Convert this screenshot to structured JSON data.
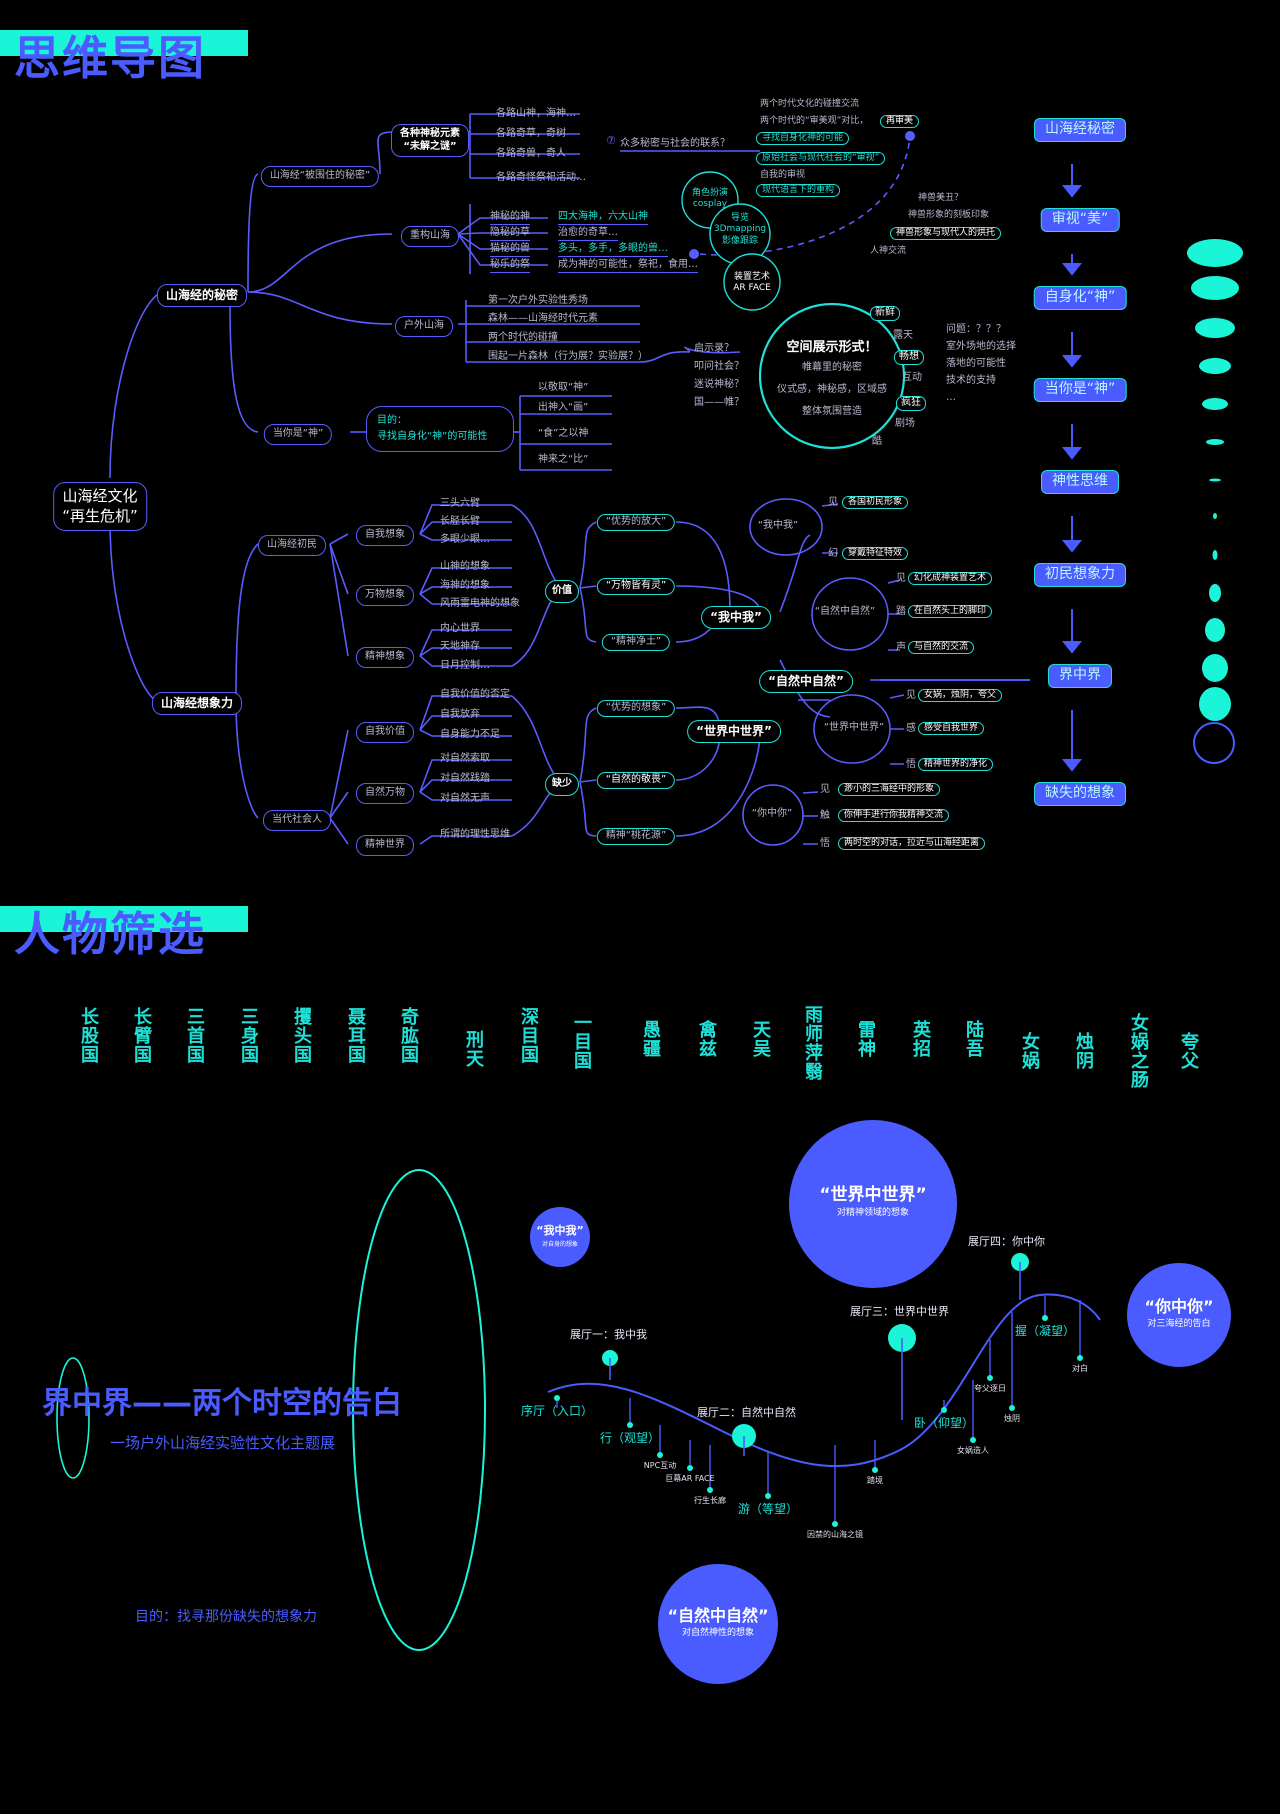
{
  "sections": {
    "mindmap_title": "思维导图",
    "characters_title": "人物筛选"
  },
  "root": "山海经文化\n“再生危机”",
  "upper": {
    "branch": "山海经的秘密",
    "subs": [
      {
        "label": "山海经“被围住的秘密”"
      },
      {
        "label": "重构山海"
      },
      {
        "label": "户外山海"
      },
      {
        "label": "当你是“神”"
      }
    ],
    "elements_box": "各种神秘元素\n“未解之谜”",
    "elements_items": [
      "各路山神，海神…",
      "各路奇草，奇树",
      "各路奇兽，奇人",
      "各路奇怪祭祀活动…"
    ],
    "question": "众多秘密与社会的联系？",
    "rebuild_items": [
      "神秘的神",
      "隐秘的草",
      "猫秘的兽",
      "秘乐的祭"
    ],
    "rebuild_results": [
      "四大海神，六大山神",
      "治愈的奇草…",
      "多头，多手，多眼的兽…",
      "成为神的可能性，祭祀，食用…"
    ],
    "outdoor_items": [
      "第一次户外实验性秀场",
      "森林——山海经时代元素",
      "两个时代的碰撞",
      "围起一片森林（行为展？实验展？）"
    ],
    "outdoor_q": [
      "启示录？",
      "叩问社会？",
      "迷说神秘？",
      "国——帷？"
    ],
    "goal_label": "目的：",
    "goal_text": "寻找自身化“神”的可能性",
    "god_items": [
      "以敬取“神”",
      "出神入“画”",
      "“食”之以神",
      "神来之“比”"
    ],
    "era_notes": [
      "两个时代文化的碰撞交流",
      "两个时代的“审美观”对比，",
      "原始社会与现代社会的“审视”",
      "自我的审视",
      "现代语言下的重构"
    ],
    "era_pills": [
      "再审美",
      "寻找自身化神的可能",
      "原始社会与现代社会的“审视”",
      "现代语言下的重构"
    ],
    "bubbles": [
      "角色扮演\ncosplay",
      "导览\n3Dmapping\n影像跟踪",
      "装置艺术\nAR FACE"
    ],
    "right_notes": [
      "神兽美丑？",
      "神兽形象的刻板印象",
      "神兽形象与现代人的烘托",
      "人神交流"
    ],
    "space_title": "空间展示形式！",
    "space_lines": [
      "帷幕里的秘密",
      "仪式感，神秘感，区域感",
      "整体氛围营造"
    ],
    "space_tags": [
      "新鲜",
      "露天",
      "畅想",
      "互动",
      "疯狂",
      "剧场",
      "酷"
    ],
    "problems": [
      "问题：？？？",
      "室外场地的选择",
      "落地的可能性",
      "技术的支持",
      "…"
    ]
  },
  "lower": {
    "branch": "山海经想象力",
    "subs": [
      {
        "label": "山海经初民"
      },
      {
        "label": "当代社会人"
      }
    ],
    "groups": [
      {
        "label": "自我想象",
        "items": [
          "三头六臂",
          "长胫长臂",
          "多眼少眼…"
        ]
      },
      {
        "label": "万物想象",
        "items": [
          "山神的想象",
          "海神的想象",
          "风雨雷电神的想象"
        ]
      },
      {
        "label": "精神想象",
        "items": [
          "内心世界",
          "天地神存",
          "日月控制…"
        ]
      },
      {
        "label": "自我价值",
        "items": [
          "自我价值的否定",
          "自我放弃",
          "自身能力不足"
        ]
      },
      {
        "label": "自然万物",
        "items": [
          "对自然索取",
          "对自然践踏",
          "对自然无声"
        ]
      },
      {
        "label": "精神世界",
        "items": [
          "所谓的理性思维"
        ]
      }
    ],
    "value_label": "价值",
    "lack_label": "缺少",
    "value_items": [
      "“优势的放大”",
      "“万物皆有灵”",
      "“精神净土”"
    ],
    "lack_items": [
      "“优势的想象”",
      "“自然的敬畏”",
      "精神“桃花源”"
    ],
    "themes": [
      "“我中我”",
      "“自然中自然”",
      "“世界中世界”"
    ],
    "me_circle": "“我中我”",
    "me_rows": [
      {
        "k": "见",
        "v": "各国初民形象"
      },
      {
        "k": "幻",
        "v": "穿戴特征特效"
      }
    ],
    "nat_circle": "“自然中自然”",
    "nat_rows": [
      {
        "k": "见",
        "v": "幻化成神装置艺术"
      },
      {
        "k": "踏",
        "v": "在自然头上的脚印"
      },
      {
        "k": "声",
        "v": "与自然的交流"
      }
    ],
    "world_circle": "“世界中世界”",
    "world_rows": [
      {
        "k": "见",
        "v": "女娲，烛阴，夸父"
      },
      {
        "k": "感",
        "v": "感受自我世界"
      },
      {
        "k": "悟",
        "v": "精神世界的净化"
      }
    ],
    "you_circle": "“你中你”",
    "you_rows": [
      {
        "k": "见",
        "v": "渺小的三海经中的形象"
      },
      {
        "k": "触",
        "v": "你伸手进行你我精神交流"
      },
      {
        "k": "悟",
        "v": "两时空的对话，拉近与山海经距离"
      }
    ]
  },
  "flow": [
    "山海经秘密",
    "审视“美”",
    "自身化“神”",
    "当你是“神”",
    "神性思维",
    "初民想象力",
    "界中界",
    "缺失的想象"
  ],
  "characters": [
    "长股国",
    "长臂国",
    "三首国",
    "三身国",
    "攫头国",
    "聂耳国",
    "奇肱国",
    "刑天",
    "深目国",
    "一目国",
    "愚疆",
    "禽兹",
    "天吴",
    "雨师萍翳",
    "雷神",
    "英招",
    "陆吾",
    "女娲",
    "烛阴",
    "女娲之肠",
    "夸父"
  ],
  "exhibit": {
    "title": "界中界——两个时空的告白",
    "subtitle": "一场户外山海经实验性文化主题展",
    "purpose": "目的：找寻那份缺失的想象力",
    "halls": [
      "展厅一：我中我",
      "展厅二：自然中自然",
      "展厅三：世界中世界",
      "展厅四：你中你"
    ],
    "path_labels": [
      "序厅（入口）",
      "行（观望）",
      "NPC互动",
      "巨幕AR FACE",
      "行生长廊",
      "游（等望）",
      "因禁的山海之镜",
      "踏境",
      "卧（仰望）",
      "女娲造人",
      "夸父逐日",
      "烛阴",
      "握（凝望）",
      "对白"
    ],
    "planets": [
      {
        "title": "“我中我”",
        "sub": "对自身的想象"
      },
      {
        "title": "“世界中世界”",
        "sub": "对精神领域的想象"
      },
      {
        "title": "“你中你”",
        "sub": "对三海经的告白"
      },
      {
        "title": "“自然中自然”",
        "sub": "对自然神性的想象"
      }
    ]
  }
}
